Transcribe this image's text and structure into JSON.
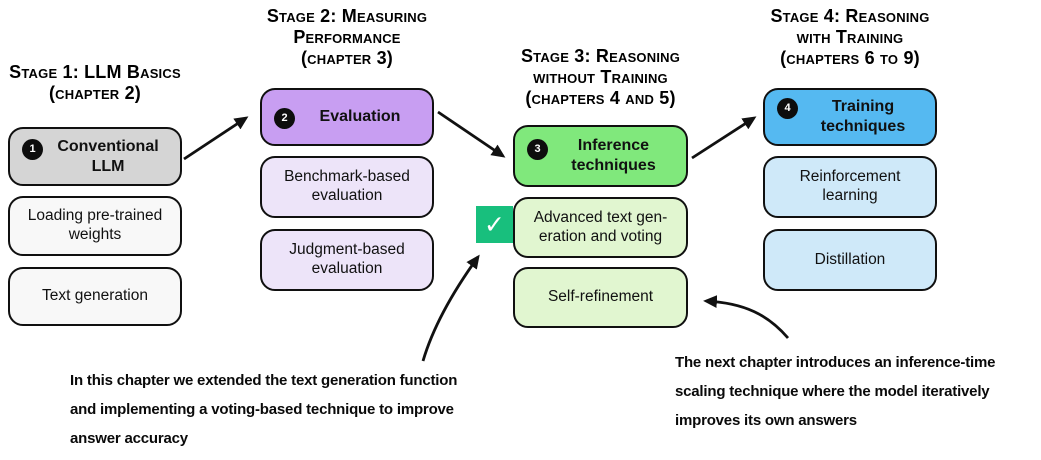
{
  "colors": {
    "box_border": "#111111",
    "stage1_main": "#d5d5d5",
    "stage1_sub": "#f8f8f8",
    "stage2_main": "#c89ef2",
    "stage2_sub": "#ede4f9",
    "stage3_main": "#80e87c",
    "stage3_sub": "#e1f6d0",
    "stage4_main": "#55b9f1",
    "stage4_sub": "#cfe9f9",
    "checkmark_bg": "#18bf7d",
    "arrow": "#111111"
  },
  "icons": {
    "checkmark": "✓"
  },
  "stages": [
    {
      "title_lines": [
        "Stage 1: LLM Basics",
        "(chapter 2)"
      ],
      "main": {
        "number": "1",
        "label": "Conventional LLM"
      },
      "subs": [
        "Loading pre-trained weights",
        "Text generation"
      ]
    },
    {
      "title_lines": [
        "Stage 2: Measuring",
        "Performance",
        "(chapter 3)"
      ],
      "main": {
        "number": "2",
        "label": "Evaluation"
      },
      "subs": [
        "Benchmark-based evaluation",
        "Judgment-based evaluation"
      ]
    },
    {
      "title_lines": [
        "Stage 3: Reasoning",
        "without Training",
        "(chapters 4 and 5)"
      ],
      "main": {
        "number": "3",
        "label": "Inference techniques"
      },
      "subs": [
        "Advanced text gen-eration and voting",
        "Self-refinement"
      ]
    },
    {
      "title_lines": [
        "Stage 4: Reasoning",
        "with Training",
        "(chapters 6 to 9)"
      ],
      "main": {
        "number": "4",
        "label": "Training techniques"
      },
      "subs": [
        "Reinforcement learning",
        "Distillation"
      ]
    }
  ],
  "annotations": {
    "left": {
      "lines": [
        "In this chapter we extended the text generation function",
        "and implementing a voting-based technique to improve",
        "answer accuracy"
      ]
    },
    "right": {
      "lines": [
        "The next chapter introduces an inference-time",
        "scaling technique where the model iteratively",
        "improves its own answers"
      ]
    }
  }
}
